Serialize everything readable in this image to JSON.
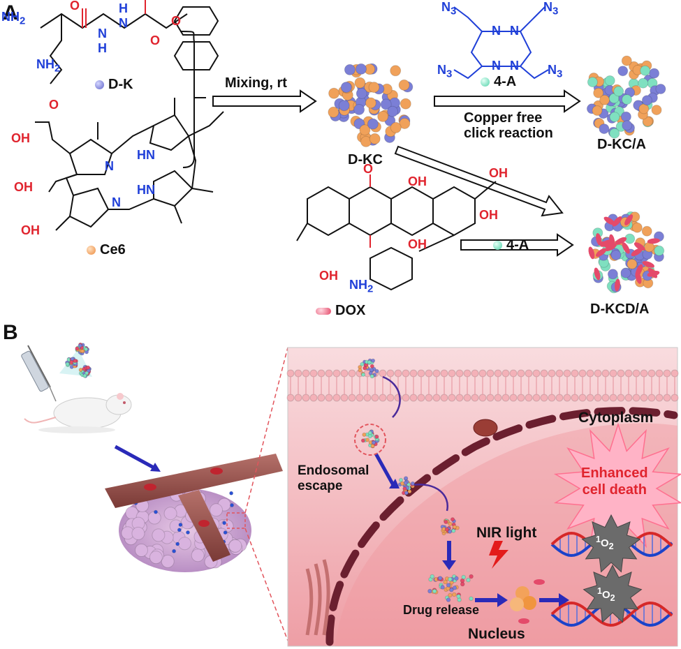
{
  "panels": {
    "a": "A",
    "b": "B"
  },
  "panel_a": {
    "dk_legend": "D-K",
    "ce6_legend": "Ce6",
    "dox_legend": "DOX",
    "mixing_label": "Mixing, rt",
    "dkc_label": "D-KC",
    "fourA_label": "4-A",
    "fourA_label2": "4-A",
    "copper_line1": "Copper free",
    "copper_line2": "click reaction",
    "dkca_label": "D-KC/A",
    "dkcda_label": "D-KCD/A",
    "chem": {
      "nh2_top": "NH",
      "nh2_top_sub": "2",
      "nh2_bottom": "NH",
      "nh2_bottom_sub": "2",
      "nh_1": "N",
      "nh_1h": "H",
      "nh_2": "N",
      "nh_2h": "H",
      "o_1": "O",
      "o_2": "O",
      "o_3": "O",
      "o_4": "O",
      "oh_1": "OH",
      "oh_2": "OH",
      "oh_3": "OH",
      "n_1": "N",
      "hn_1": "HN",
      "hn_2": "HN",
      "n_2": "N",
      "azide": "N",
      "azide_sub": "3",
      "cyclen_n": "N",
      "dox_o": "O",
      "dox_oh": "OH",
      "dox_oh2": "OH",
      "dox_oh3": "OH",
      "dox_nh2": "NH",
      "dox_nh2_sub": "2",
      "dox_oh4": "OH"
    }
  },
  "panel_b": {
    "cytoplasm": "Cytoplasm",
    "endosomal_line1": "Endosomal",
    "endosomal_line2": "escape",
    "nir": "NIR light",
    "enhanced_line1": "Enhanced",
    "enhanced_line2": "cell death",
    "singlet_1": "1",
    "singlet_o": "O",
    "singlet_sub": "2",
    "drug_release": "Drug release",
    "nucleus": "Nucleus"
  },
  "colors": {
    "dk_particle": "#7b7fd6",
    "ce6_particle": "#f0a15a",
    "fourA_particle": "#7fe0c0",
    "dox_particle": "#e44a6a",
    "chem_blue": "#1f3fd8",
    "chem_red": "#e0242e",
    "cell_bg": "#f6c9cc",
    "nucleus_bg": "#ef9aa0",
    "membrane": "#f4b1b8",
    "starburst": "#ffb3c6",
    "dna_blue": "#1b43c9",
    "dna_red": "#d62828"
  }
}
